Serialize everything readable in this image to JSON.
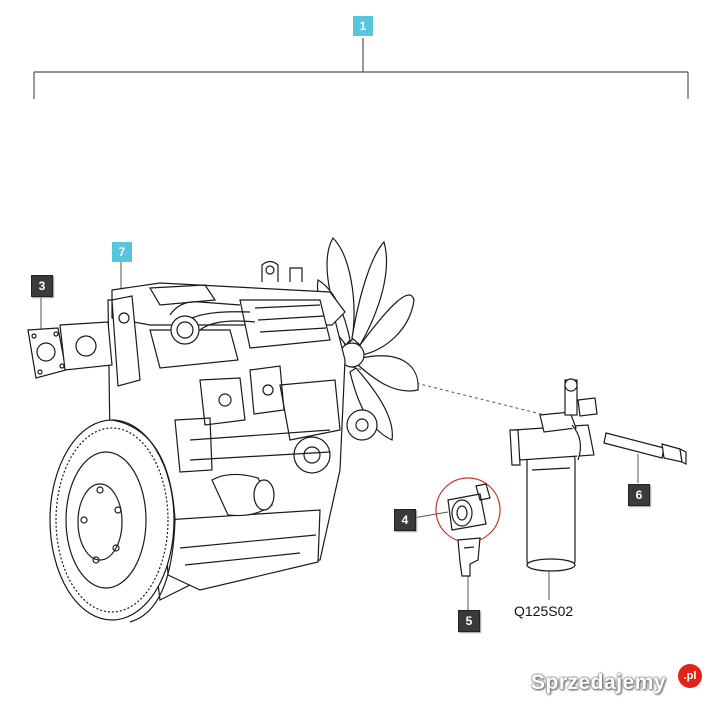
{
  "callouts": {
    "c1": "1",
    "c3": "3",
    "c4": "4",
    "c5": "5",
    "c6": "6",
    "c7": "7"
  },
  "drawing_ref": "Q125S02",
  "watermark": {
    "text": "Sprzedajemy",
    "suffix": ".pl"
  },
  "colors": {
    "callout_dark": "#3a3a3a",
    "callout_highlight": "#55c6dc",
    "detail_circle": "#c0392b",
    "watermark_badge": "#e2231a"
  },
  "icons": [
    "engine-illustration",
    "gasket-illustration",
    "fan-illustration",
    "fuel-filter-illustration",
    "bolt-illustration",
    "sensor-illustration",
    "clip-illustration"
  ]
}
